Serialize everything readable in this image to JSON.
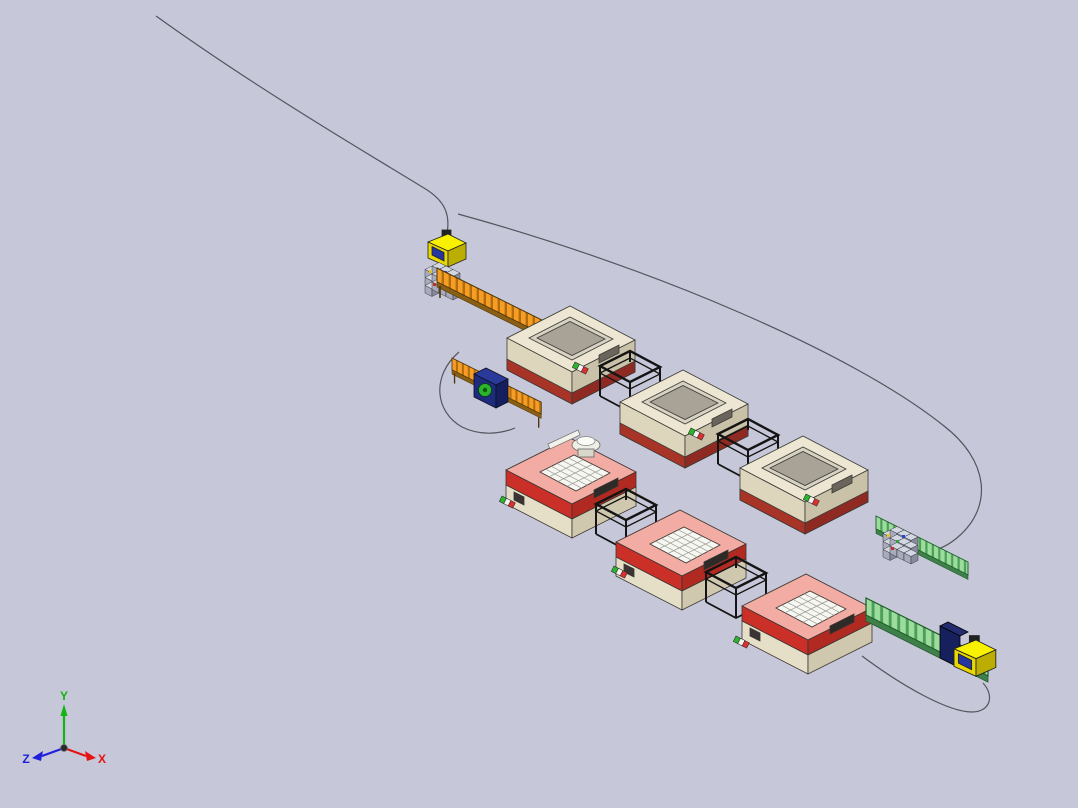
{
  "viewport": {
    "type": "cad-3d-viewport",
    "background_color": "#c6c7d8"
  },
  "triad": {
    "x": {
      "label": "X",
      "color": "#e41414"
    },
    "y": {
      "label": "Y",
      "color": "#12b412"
    },
    "z": {
      "label": "Z",
      "color": "#2020dc"
    }
  },
  "scene": {
    "description": "Isometric 3D CAD model of an automated production line with ovens, presses, conveyors, scanners and pallet stacks connected by a guide spline",
    "objects": [
      {
        "name": "guide-spline",
        "color": "#55555e"
      },
      {
        "name": "infeed-scanner-unit",
        "color": "#f8f200"
      },
      {
        "name": "infeed-pallet-stack",
        "color": "#a7abbb"
      },
      {
        "name": "infeed-conveyor",
        "color": "#f59d24"
      },
      {
        "name": "oven-machine-1",
        "color": "#ece6d2"
      },
      {
        "name": "transfer-frame-1",
        "color": "#141414"
      },
      {
        "name": "oven-machine-2",
        "color": "#ece6d2"
      },
      {
        "name": "transfer-frame-2",
        "color": "#141414"
      },
      {
        "name": "oven-machine-3",
        "color": "#ece6d2"
      },
      {
        "name": "mid-conveyor",
        "color": "#f59d24"
      },
      {
        "name": "fan-unit",
        "color": "#1e2c7e"
      },
      {
        "name": "press-machine-1",
        "color": "#ca3028"
      },
      {
        "name": "mixer-unit",
        "color": "#f2f2ea"
      },
      {
        "name": "transfer-frame-3",
        "color": "#141414"
      },
      {
        "name": "press-machine-2",
        "color": "#ca3028"
      },
      {
        "name": "transfer-frame-4",
        "color": "#141414"
      },
      {
        "name": "press-machine-3",
        "color": "#ca3028"
      },
      {
        "name": "outfeed-conveyor-1",
        "color": "#9cdc9c"
      },
      {
        "name": "outfeed-pallet-stack",
        "color": "#a7abbb"
      },
      {
        "name": "outfeed-conveyor-2",
        "color": "#9cdc9c"
      },
      {
        "name": "control-panel",
        "color": "#15205c"
      },
      {
        "name": "outfeed-scanner-unit",
        "color": "#f8f200"
      },
      {
        "name": "signal-beacon",
        "color": "#2cb42c"
      }
    ]
  }
}
